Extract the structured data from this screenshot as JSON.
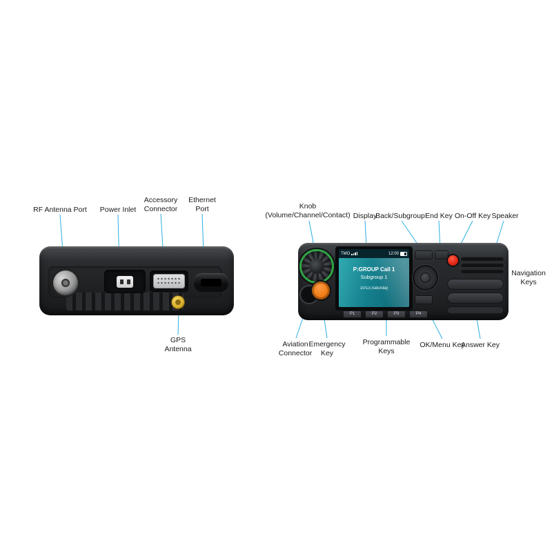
{
  "colors": {
    "callout_line": "#2bafe0",
    "knob_ring": "#2fa344",
    "emergency_key": "#ef7d15",
    "on_off_key": "#de2412",
    "gps_antenna": "#d9ae2b",
    "screen_teal": "#15808d"
  },
  "callouts": {
    "rf": "RF Antenna Port",
    "power": "Power Inlet",
    "accessory": "Accessory Connector",
    "ethernet": "Ethernet Port",
    "gps": "GPS Antenna",
    "knob": "Knob (Volume/Channel/Contact)",
    "display": "Display",
    "back": "Back/Subgroup",
    "end": "End Key",
    "onoff": "On-Off Key",
    "speaker": "Speaker",
    "nav": "Navigation Keys",
    "aviation": "Aviation Connector",
    "emergency": "Emergency Key",
    "prog": "Programmable Keys",
    "okmenu": "OK/Menu Key",
    "answer": "Answer Key"
  },
  "screen": {
    "carrier": "TMO",
    "time": "12:00",
    "call_line": "P:GROUP Call 1",
    "subgroup_line": "Subgroup 1",
    "date_line": "10/13,Saturday"
  },
  "prog_keys": [
    "P1",
    "P2",
    "P3",
    "P4"
  ]
}
